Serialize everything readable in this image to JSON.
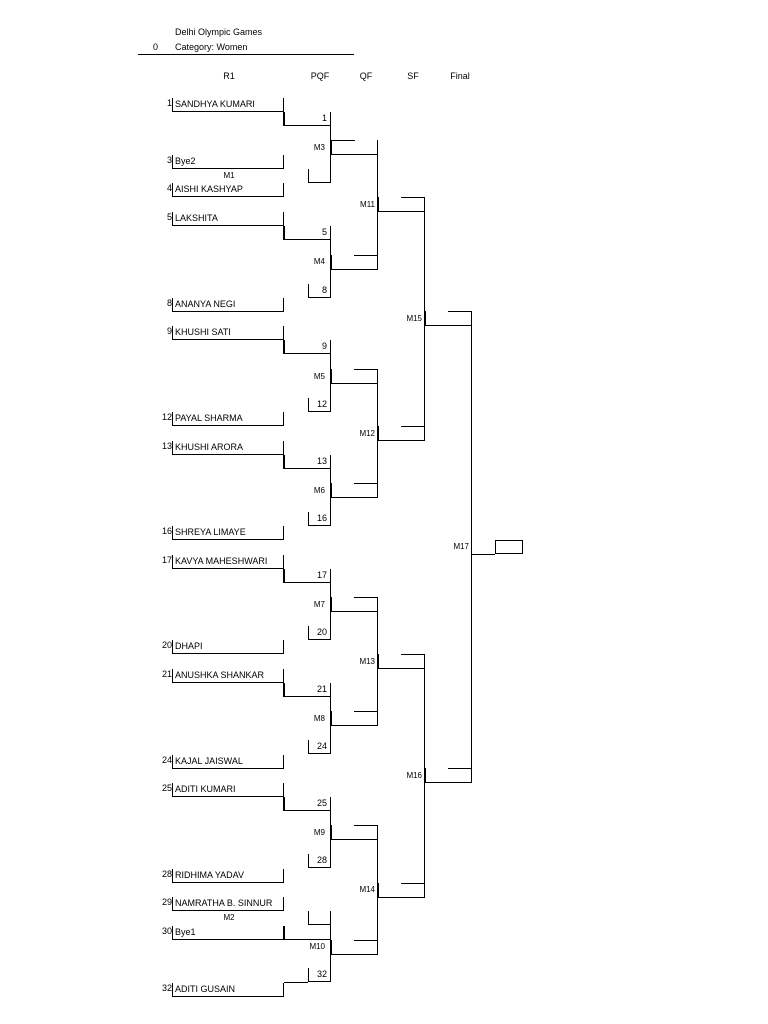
{
  "header": {
    "index": "0",
    "event": "Delhi Olympic Games",
    "category": "Category: Women"
  },
  "columns": {
    "r1": "R1",
    "pqf": "PQF",
    "qf": "QF",
    "sf": "SF",
    "final": "Final"
  },
  "players": [
    {
      "seed": "1",
      "name": "SANDHYA KUMARI"
    },
    {
      "seed": "3",
      "name": "Bye2"
    },
    {
      "seed": "4",
      "name": "AISHI KASHYAP"
    },
    {
      "seed": "5",
      "name": "LAKSHITA"
    },
    {
      "seed": "8",
      "name": "ANANYA NEGI"
    },
    {
      "seed": "9",
      "name": "KHUSHI SATI"
    },
    {
      "seed": "12",
      "name": "PAYAL SHARMA"
    },
    {
      "seed": "13",
      "name": "KHUSHI ARORA"
    },
    {
      "seed": "16",
      "name": "SHREYA LIMAYE"
    },
    {
      "seed": "17",
      "name": "KAVYA MAHESHWARI"
    },
    {
      "seed": "20",
      "name": "DHAPI"
    },
    {
      "seed": "21",
      "name": "ANUSHKA SHANKAR"
    },
    {
      "seed": "24",
      "name": "KAJAL JAISWAL"
    },
    {
      "seed": "25",
      "name": "ADITI KUMARI"
    },
    {
      "seed": "28",
      "name": "RIDHIMA YADAV"
    },
    {
      "seed": "29",
      "name": "NAMRATHA B. SINNUR"
    },
    {
      "seed": "30",
      "name": "Bye1"
    },
    {
      "seed": "32",
      "name": "ADITI GUSAIN"
    }
  ],
  "pqf_slots": [
    "1",
    "",
    "5",
    "8",
    "9",
    "12",
    "13",
    "16",
    "17",
    "20",
    "21",
    "24",
    "25",
    "28",
    "",
    "32"
  ],
  "matches": {
    "m1": "M1",
    "m2": "M2",
    "pqf": [
      "M3",
      "M4",
      "M5",
      "M6",
      "M7",
      "M8",
      "M9",
      "M10"
    ],
    "qf": [
      "M11",
      "M12",
      "M13",
      "M14"
    ],
    "sf": [
      "M15",
      "M16"
    ],
    "final": "M17"
  }
}
